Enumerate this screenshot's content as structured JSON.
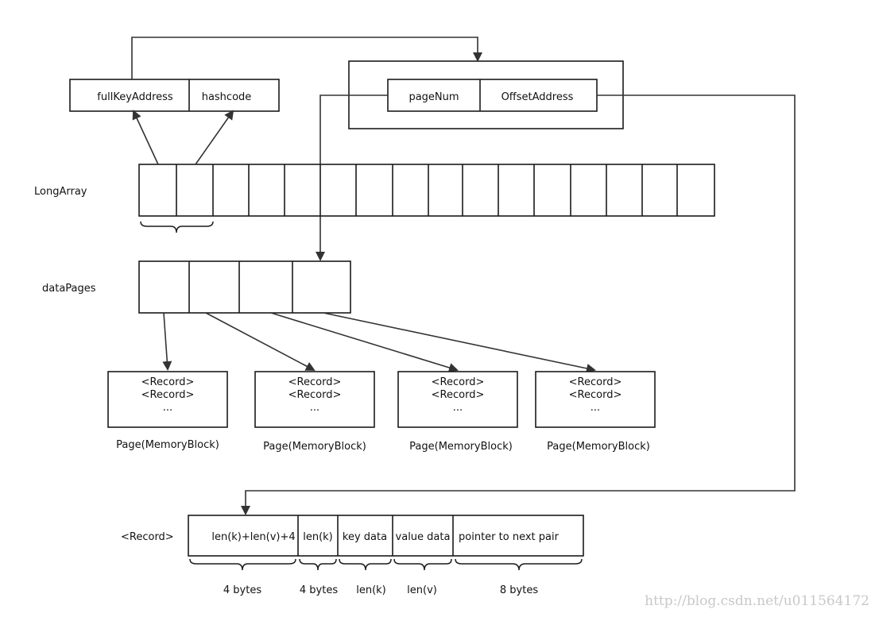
{
  "header": {
    "full_key_address": "fullKeyAddress",
    "hashcode": "hashcode",
    "page_num": "pageNum",
    "offset_address": "OffsetAddress"
  },
  "rows": {
    "long_array_label": "LongArray",
    "data_pages_label": "dataPages",
    "record_label": "<Record>"
  },
  "pages": [
    {
      "lines": [
        "<Record>",
        "<Record>",
        "..."
      ],
      "caption": "Page(MemoryBlock)"
    },
    {
      "lines": [
        "<Record>",
        "<Record>",
        "..."
      ],
      "caption": "Page(MemoryBlock)"
    },
    {
      "lines": [
        "<Record>",
        "<Record>",
        "..."
      ],
      "caption": "Page(MemoryBlock)"
    },
    {
      "lines": [
        "<Record>",
        "<Record>",
        "..."
      ],
      "caption": "Page(MemoryBlock)"
    }
  ],
  "record_fields": [
    {
      "label": "len(k)+len(v)+4",
      "size": "4 bytes"
    },
    {
      "label": "len(k)",
      "size": "4 bytes"
    },
    {
      "label": "key data",
      "size": "len(k)"
    },
    {
      "label": "value data",
      "size": "len(v)"
    },
    {
      "label": "pointer to next pair",
      "size": "8 bytes"
    }
  ],
  "watermark": "http://blog.csdn.net/u011564172"
}
